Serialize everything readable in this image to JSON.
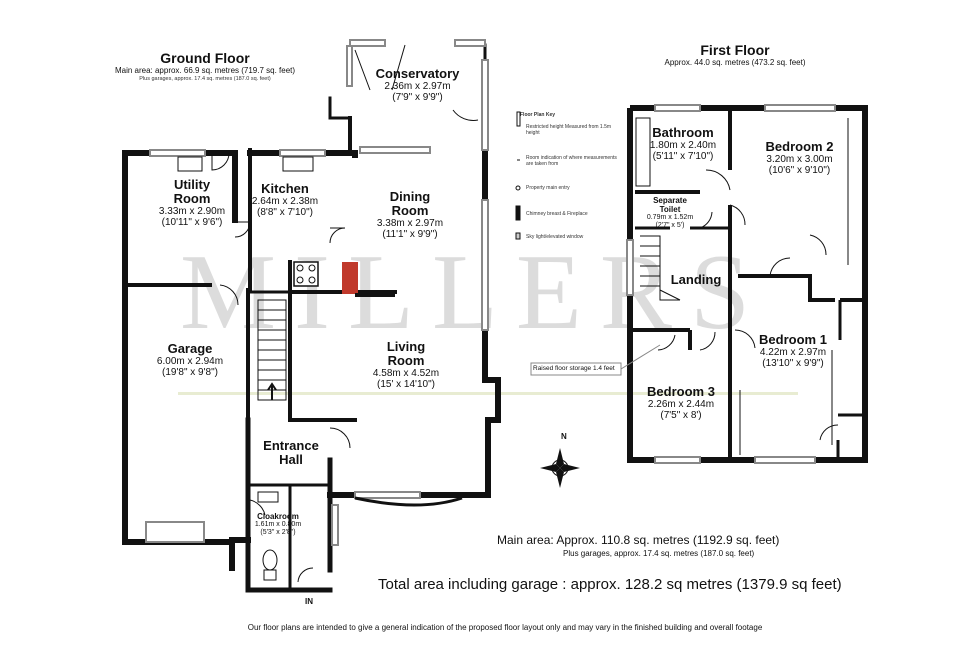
{
  "ground_floor": {
    "title": "Ground Floor",
    "main_area": "Main area: approx. 66.9 sq. metres (719.7 sq. feet)",
    "garages": "Plus garages, approx. 17.4 sq. metres (187.0 sq. feet)",
    "rooms": {
      "conservatory": {
        "name": "Conservatory",
        "dims": "2.36m x 2.97m",
        "imperial": "(7'9\" x 9'9\")"
      },
      "utility": {
        "name1": "Utility",
        "name2": "Room",
        "dims": "3.33m x 2.90m",
        "imperial": "(10'11\" x 9'6\")"
      },
      "kitchen": {
        "name": "Kitchen",
        "dims": "2.64m x 2.38m",
        "imperial": "(8'8\" x 7'10\")"
      },
      "dining": {
        "name1": "Dining",
        "name2": "Room",
        "dims": "3.38m x 2.97m",
        "imperial": "(11'1\" x 9'9\")"
      },
      "garage": {
        "name": "Garage",
        "dims": "6.00m x 2.94m",
        "imperial": "(19'8\" x 9'8\")"
      },
      "living": {
        "name1": "Living",
        "name2": "Room",
        "dims": "4.58m x 4.52m",
        "imperial": "(15' x 14'10\")"
      },
      "hall": {
        "name1": "Entrance",
        "name2": "Hall"
      },
      "cloakroom": {
        "name": "Cloakroom",
        "dims": "1.61m x 0.80m",
        "imperial": "(5'3\" x 2'8\")"
      }
    },
    "entrance_label": "IN"
  },
  "first_floor": {
    "title": "First Floor",
    "area": "Approx. 44.0 sq. metres (473.2 sq. feet)",
    "rooms": {
      "bathroom": {
        "name": "Bathroom",
        "dims": "1.80m x 2.40m",
        "imperial": "(5'11\" x 7'10\")"
      },
      "bedroom2": {
        "name": "Bedroom 2",
        "dims": "3.20m x 3.00m",
        "imperial": "(10'6\" x 9'10\")"
      },
      "toilet": {
        "name1": "Separate",
        "name2": "Toilet",
        "dims": "0.79m x 1.52m",
        "imperial": "(2'7\" x 5')"
      },
      "landing": {
        "name": "Landing"
      },
      "bedroom1": {
        "name": "Bedroom 1",
        "dims": "4.22m x 2.97m",
        "imperial": "(13'10\" x 9'9\")"
      },
      "bedroom3": {
        "name": "Bedroom 3",
        "dims": "2.26m x 2.44m",
        "imperial": "(7'5\" x 8')"
      }
    },
    "storage_note": "Raised floor storage 1.4 feet"
  },
  "key": {
    "title": "Floor Plan Key",
    "items": [
      "Restricted height Measured from 1.5m height",
      "Room indication of where measurements are taken from",
      "Property main entry",
      "Chimney breast & Fireplace",
      "Sky light/elevated window"
    ]
  },
  "compass": {
    "north": "N"
  },
  "watermark": "MILLERS",
  "totals": {
    "main_area": "Main area: Approx. 110.8 sq. metres (1192.9 sq. feet)",
    "garages": "Plus garages, approx. 17.4 sq. metres (187.0 sq. feet)",
    "total": "Total area including garage : approx. 128.2 sq metres (1379.9 sq feet)"
  },
  "disclaimer": "Our floor plans are intended to give a general indication of the proposed floor layout only and may vary in the finished building and overall footage",
  "colors": {
    "wall": "#111111",
    "watermark": "#d9d9d9",
    "watermark_accent": "#e9a0a0",
    "chimney": "#c0392b",
    "glass": "#9a9a9a"
  }
}
